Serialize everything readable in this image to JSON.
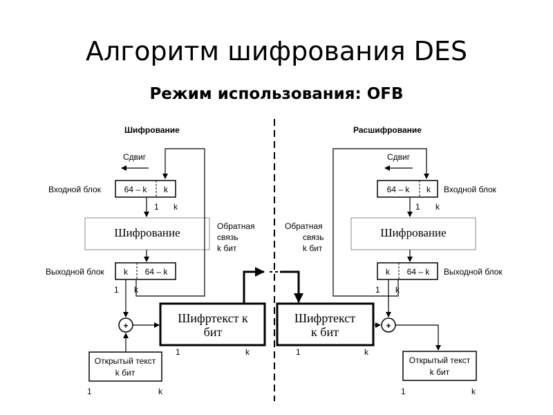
{
  "slide": {
    "title": "Алгоритм шифрования DES",
    "subtitle": "Режим использования: OFB"
  },
  "encryption": {
    "heading": "Шифрование",
    "shift_label": "Сдвиг",
    "input_block_label": "Входной блок",
    "input_cells": [
      "64 – k",
      "k"
    ],
    "input_bits": [
      "1",
      "k"
    ],
    "cipher_box": "Шифрование",
    "output_block_label": "Выходной блок",
    "output_cells": [
      "k",
      "64 – k"
    ],
    "output_bits": [
      "1",
      "k"
    ],
    "feedback_label": [
      "Обратная",
      "связь",
      "k бит"
    ],
    "xor_symbol": "+",
    "ciphertext_box": [
      "Шифртекст к",
      "бит"
    ],
    "ciphertext_bits": [
      "1",
      "k"
    ],
    "plaintext_box": [
      "Открытый текст",
      "k бит"
    ],
    "plaintext_bits": [
      "1",
      "k"
    ]
  },
  "decryption": {
    "heading": "Расшифрование",
    "shift_label": "Сдвиг",
    "input_block_label": "Входной блок",
    "input_cells": [
      "64 – k",
      "k"
    ],
    "input_bits": [
      "1",
      "k"
    ],
    "cipher_box": "Шифрование",
    "output_block_label": "Выходной блок",
    "output_cells": [
      "k",
      "64 – k"
    ],
    "output_bits": [
      "1",
      "k"
    ],
    "feedback_label": [
      "Обратная",
      "связь",
      "k бит"
    ],
    "xor_symbol": "+",
    "ciphertext_box": [
      "Шифртекст",
      "к бит"
    ],
    "ciphertext_bits": [
      "1",
      "k"
    ],
    "plaintext_box": [
      "Открытый текст",
      "k бит"
    ],
    "plaintext_bits": [
      "1",
      "k"
    ]
  }
}
